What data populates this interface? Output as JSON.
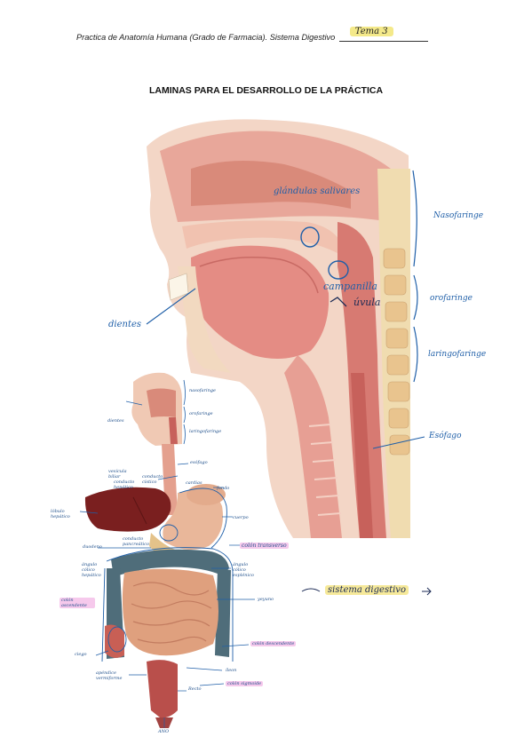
{
  "header": {
    "course_text": "Practica de Anatomía Humana (Grado de Farmacia). Sistema Digestivo",
    "tema": "Tema 3"
  },
  "title": "LAMINAS PARA EL DESARROLLO DE LA PRÁCTICA",
  "head_figure": {
    "labels": {
      "glandulas": "glándulas salivares",
      "campanilla": "campanilla",
      "uvula": "úvula",
      "dientes": "dientes",
      "nasofaringe": "Nasofaringe",
      "orofaringe": "orofaringe",
      "laringofaringe": "laringofaringe",
      "esofago": "Esófago"
    }
  },
  "body_figure": {
    "labels": {
      "small_nasofaringe": "nasofaringe",
      "small_orofaringe": "orofaringe",
      "small_laringofaringe": "laringofaringe",
      "small_dientes": "dientes",
      "small_esofago": "esófago",
      "vesicula": "vesícula biliar",
      "conducto_cistico": "conducto cístico",
      "conducto_hepatico": "conducto hepático",
      "cardias": "cardias",
      "fondo": "fondo",
      "lobulo_hepatico": "lóbulo hepático",
      "estomago": "cuerpo",
      "duodeno": "duodeno",
      "conducto_pancreatico": "conducto pancreático",
      "colon_transverso": "colón transverso",
      "angulo_colico_hepatico": "ángulo cólico hepático",
      "angulo_colico_esplenico": "ángulo cólico esplénico",
      "colon_ascendente": "colón ascendente",
      "yeyuno": "yeyuno",
      "ciego": "ciego",
      "colon_descendente": "colón descendente",
      "apendice": "apéndice vermiforme",
      "ileon": "íleon",
      "colon_sigmoide": "colón sigmoide",
      "recto": "Recto",
      "ano": "ANO"
    }
  },
  "side_note": "sistema digestivo"
}
